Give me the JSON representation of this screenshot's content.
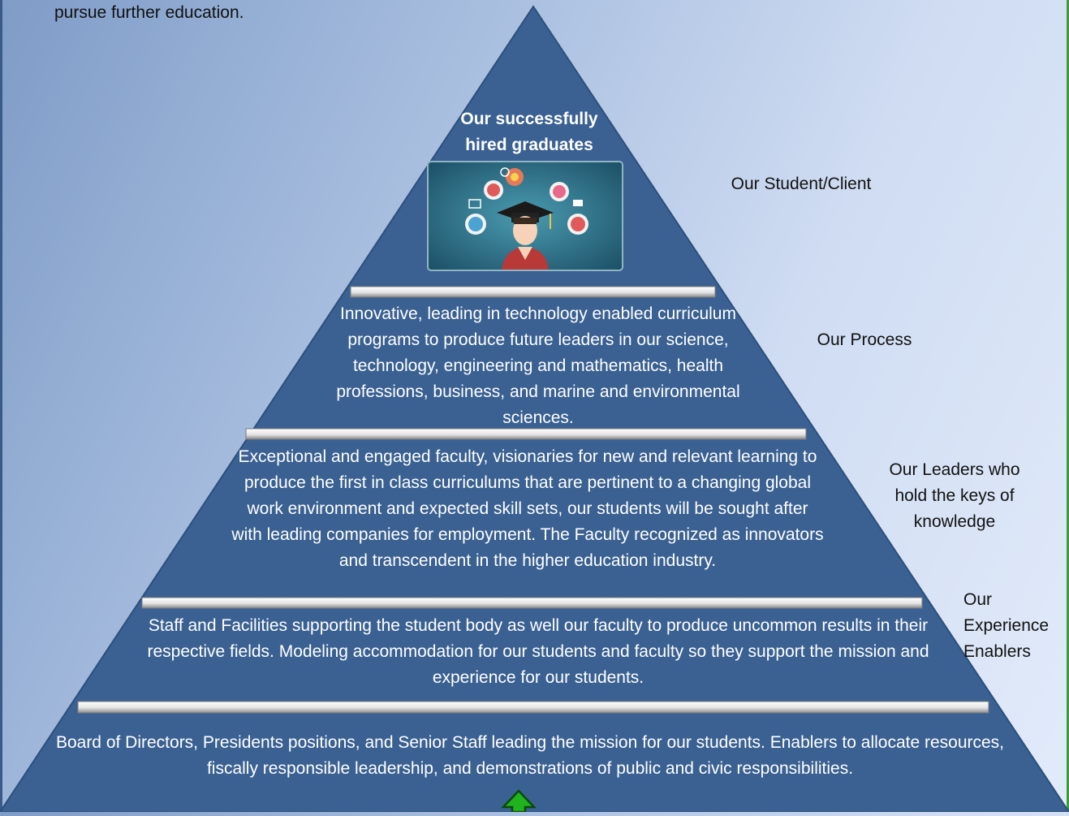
{
  "intro_text": "pursue further education.",
  "pyramid": {
    "top_title": "Our successfully hired graduates",
    "tiers": [
      {
        "text": "Innovative, leading in technology enabled curriculum programs to produce future leaders in our  science, technology, engineering and mathematics, health professions, business, and marine and environmental sciences."
      },
      {
        "text": "Exceptional and engaged faculty, visionaries for new and relevant learning to produce the first in class curriculums that are pertinent to a changing global work environment and expected skill sets, our students will be sought after with leading companies for employment. The Faculty recognized as innovators and transcendent  in the higher education industry."
      },
      {
        "text": "Staff and Facilities supporting the student body as well our faculty to produce uncommon results in their respective fields. Modeling accommodation for our students and faculty so they support the mission and experience for our students."
      },
      {
        "text": "Board of Directors, Presidents positions, and Senior Staff leading the mission for our students. Enablers to allocate resources,  fiscally responsible leadership, and demonstrations of public and civic responsibilities."
      }
    ]
  },
  "side_labels": {
    "student": "Our Student/Client",
    "process": "Our Process",
    "leaders": "Our Leaders who hold the keys of knowledge",
    "enablers": "Our Experience Enablers"
  },
  "icons": {
    "graduate": "graduate-illustration-icon",
    "arrow": "up-arrow-icon"
  },
  "colors": {
    "pyramid_fill": "#3a6192",
    "pyramid_edge": "#2c4f7c",
    "arrow": "#1fb31f"
  }
}
